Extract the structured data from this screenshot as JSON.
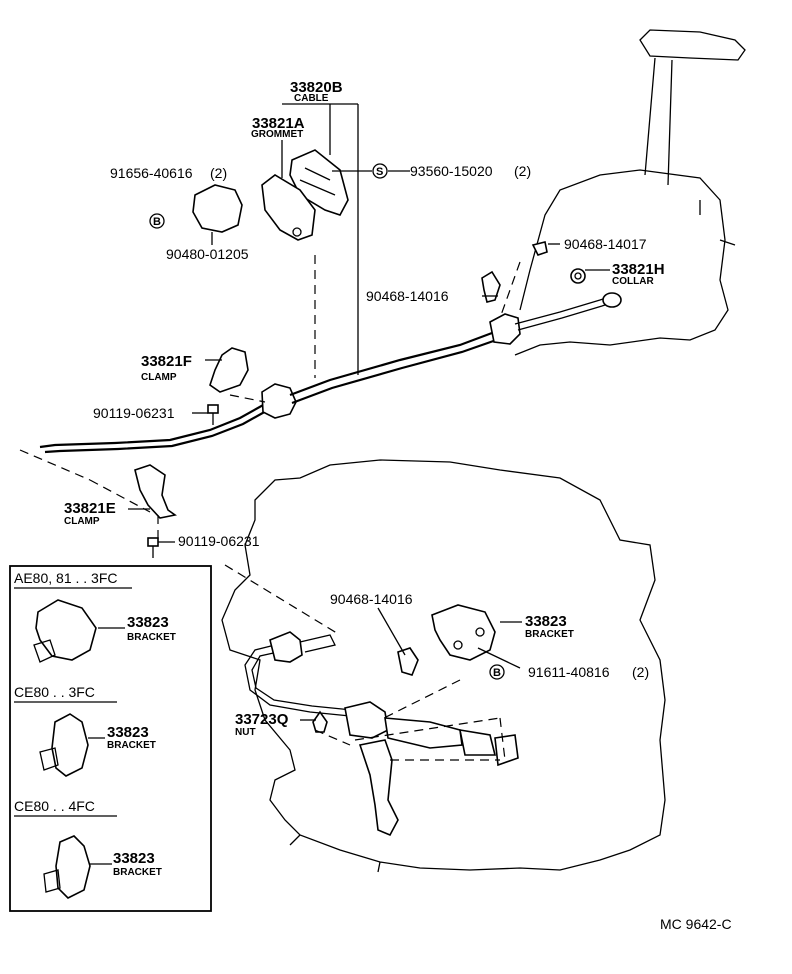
{
  "parts": {
    "cable_33820b": {
      "number": "33820B",
      "name": "CABLE"
    },
    "grommet_33821a": {
      "number": "33821A",
      "name": "GROMMET"
    },
    "bolt_91656": {
      "number": "91656-40616",
      "qty": "(2)",
      "symbol": "B"
    },
    "cap_90480": {
      "number": "90480-01205"
    },
    "screw_93560": {
      "number": "93560-15020",
      "qty": "(2)",
      "symbol": "S"
    },
    "clip_90468_14017": {
      "number": "90468-14017"
    },
    "collar_33821h": {
      "number": "33821H",
      "name": "COLLAR"
    },
    "clip_90468_14016_top": {
      "number": "90468-14016"
    },
    "clamp_33821f": {
      "number": "33821F",
      "name": "CLAMP"
    },
    "bolt_90119_top": {
      "number": "90119-06231"
    },
    "clamp_33821e": {
      "number": "33821E",
      "name": "CLAMP"
    },
    "bolt_90119_bottom": {
      "number": "90119-06231"
    },
    "clip_90468_14016_bottom": {
      "number": "90468-14016"
    },
    "bracket_33823_main": {
      "number": "33823",
      "name": "BRACKET"
    },
    "bolt_91611": {
      "number": "91611-40816",
      "qty": "(2)",
      "symbol": "B"
    },
    "nut_33723q": {
      "number": "33723Q",
      "name": "NUT"
    }
  },
  "variants": [
    {
      "title": "AE80, 81 . . 3FC",
      "part_number": "33823",
      "part_name": "BRACKET"
    },
    {
      "title": "CE80 . . 3FC",
      "part_number": "33823",
      "part_name": "BRACKET"
    },
    {
      "title": "CE80 . . 4FC",
      "part_number": "33823",
      "part_name": "BRACKET"
    }
  ],
  "catalog_ref": "MC 9642-C"
}
